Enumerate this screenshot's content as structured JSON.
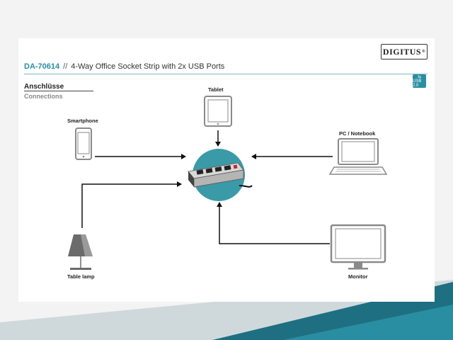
{
  "header": {
    "code": "DA-70614",
    "separator": "//",
    "title": "4-Way Office Socket Strip with 2x USB Ports"
  },
  "brand": {
    "logo": "DIGITUS",
    "reg": "®"
  },
  "usb_badge": {
    "symbol": "⇆",
    "text": "USB 2.0"
  },
  "section": {
    "title": "Anschlüsse",
    "subtitle": "Connections"
  },
  "devices": {
    "tablet": "Tablet",
    "smartphone": "Smartphone",
    "pc": "PC / Notebook",
    "lamp": "Table lamp",
    "monitor": "Monitor"
  },
  "colors": {
    "accent": "#2a8ea2",
    "teal_dark": "#1f6f82",
    "icon_gray": "#8a8a8a"
  }
}
